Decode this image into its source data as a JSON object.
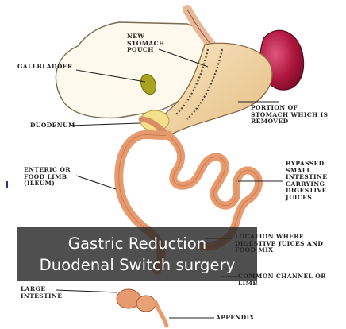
{
  "labels": {
    "new_stomach_pouch": "New\nStomach\nPouch",
    "gallbladder": "Gallbladder",
    "duodenum": "Duodenum",
    "portion_removed": "Portion of\nstomach which is\nremoved",
    "enteric_limb": "Enteric or\nFood Limb\n(Ileum)",
    "bypassed_intestine": "Bypassed\nsmall\nintestine\ncarrying\ndigestive\njuices",
    "location_mix": "Location where\ndigestive Juices and\nFood Mix",
    "common_channel": "Common Channel or\nLimb",
    "large_intestine": "Large\nIntestine",
    "appendix": "Appendix"
  },
  "caption": {
    "line1": "Gastric Reduction",
    "line2": "Duodenal Switch surgery"
  },
  "colors": {
    "liver": "#fdf9ec",
    "stomach": "#f3d9a5",
    "removed_stomach": "#b0173e",
    "intestine": "#e79a6d",
    "gallbladder": "#a8a321",
    "duodenum_fat": "#f4e08a"
  }
}
